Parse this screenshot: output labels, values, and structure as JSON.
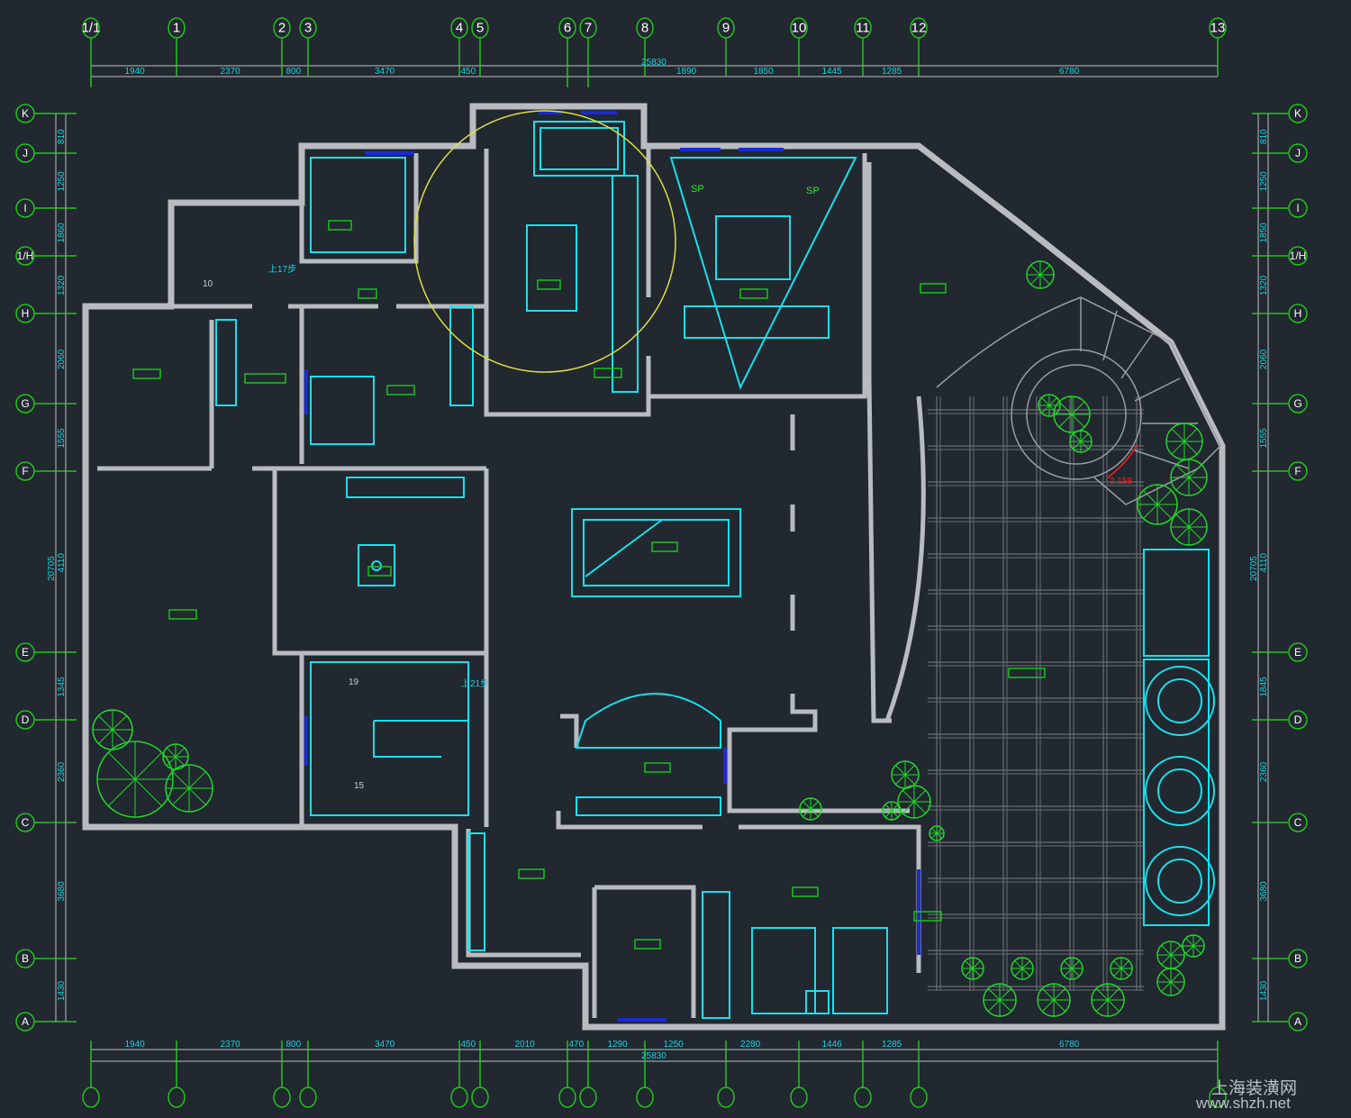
{
  "drawing": {
    "top_axes": [
      "1/1",
      "1",
      "2",
      "3",
      "4",
      "5",
      "6",
      "7",
      "8",
      "9",
      "10",
      "11",
      "12",
      "13"
    ],
    "side_axes": [
      "K",
      "J",
      "I",
      "1/H",
      "H",
      "G",
      "F",
      "E",
      "D",
      "C",
      "B",
      "A"
    ],
    "top_dims": [
      "1940",
      "2370",
      "800",
      "3470",
      "450",
      "1890",
      "1850",
      "1445",
      "1285",
      "6780"
    ],
    "top_total": "25830",
    "bottom_dims": [
      "1940",
      "2370",
      "800",
      "3470",
      "450",
      "2010",
      "470",
      "1290",
      "1250",
      "2280",
      "1446",
      "1285",
      "6780"
    ],
    "bottom_total": "25830",
    "left_dims": [
      "810",
      "1250",
      "1860",
      "1320",
      "2060",
      "1555",
      "4110",
      "1345",
      "2360",
      "3680",
      "1430"
    ],
    "left_total": "20705",
    "right_dims": [
      "810",
      "1250",
      "1850",
      "1320",
      "2060",
      "1555",
      "4110",
      "1845",
      "2360",
      "3680",
      "1430"
    ],
    "right_total": "20705",
    "annotations": {
      "sp1": "SP",
      "sp2": "SP",
      "stair_up_1": "上17步",
      "stair_up_2": "上21步",
      "stair_no_1": "10",
      "stair_no_2": "19",
      "stair_no_3": "15",
      "elevation": "2.158"
    },
    "colors": {
      "background": "#212830",
      "wall": "#b8bcc0",
      "furniture": "#19e0ec",
      "label": "#16c21a",
      "tree": "#22d62a",
      "highlight": "#e0e040",
      "window": "#1a2ad8",
      "marker": "#ff2020"
    }
  },
  "watermark": {
    "site_name": "上海装潢网",
    "url": "www.shzh.net"
  }
}
